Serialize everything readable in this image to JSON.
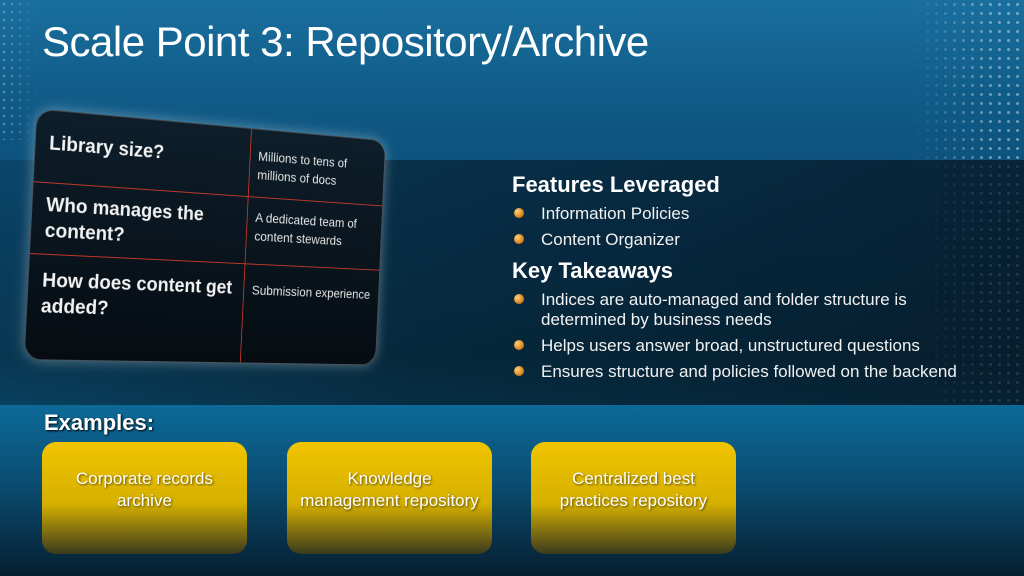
{
  "slide": {
    "title": "Scale Point 3: Repository/Archive"
  },
  "table": {
    "rows": [
      {
        "question": "Library size?",
        "answer": "Millions to tens of millions of docs"
      },
      {
        "question": "Who manages the content?",
        "answer": "A dedicated team of content stewards"
      },
      {
        "question": "How does content get added?",
        "answer": "Submission experience"
      }
    ]
  },
  "features": {
    "heading": "Features Leveraged",
    "items": [
      "Information Policies",
      "Content Organizer"
    ]
  },
  "takeaways": {
    "heading": "Key Takeaways",
    "items": [
      "Indices are auto-managed and folder structure is determined by business needs",
      "Helps users answer broad, unstructured questions",
      "Ensures structure and policies followed on the backend"
    ]
  },
  "examples": {
    "label": "Examples:",
    "items": [
      "Corporate records archive",
      "Knowledge management repository",
      "Centralized best practices repository"
    ]
  },
  "colors": {
    "accent_yellow": "#f0c400",
    "divider_red": "#c0392b",
    "background_blue": "#0a4a73"
  }
}
